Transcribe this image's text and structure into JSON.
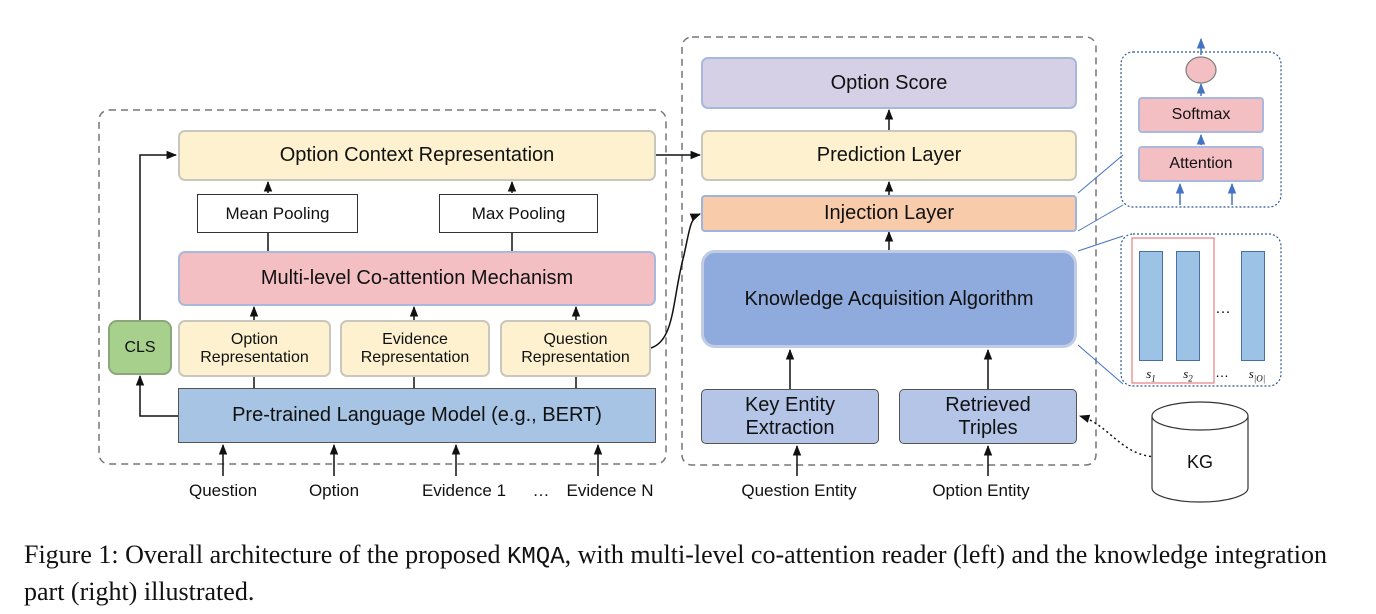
{
  "left_module": {
    "option_context": "Option Context Representation",
    "mean_pooling": "Mean Pooling",
    "max_pooling": "Max Pooling",
    "coattention": "Multi-level Co-attention Mechanism",
    "option_rep": [
      "Option",
      "Representation"
    ],
    "evidence_rep": [
      "Evidence",
      "Representation"
    ],
    "question_rep": [
      "Question",
      "Representation"
    ],
    "cls": "CLS",
    "plm": "Pre-trained Language Model (e.g., BERT)"
  },
  "inputs_left": {
    "question": "Question",
    "option": "Option",
    "evidence1": "Evidence 1",
    "ellipsis": "…",
    "evidenceN": "Evidence N"
  },
  "right_module": {
    "option_score": "Option Score",
    "prediction": "Prediction Layer",
    "injection": "Injection Layer",
    "kaa": "Knowledge Acquisition Algorithm",
    "key_entity": [
      "Key Entity",
      "Extraction"
    ],
    "retrieved": [
      "Retrieved",
      "Triples"
    ]
  },
  "inputs_right": {
    "question_entity": "Question Entity",
    "option_entity": "Option Entity"
  },
  "attention_detail": {
    "softmax": "Softmax",
    "attention": "Attention"
  },
  "scores_detail": {
    "dots": "…",
    "labels": [
      "s",
      "s",
      "s"
    ],
    "subs": [
      "1",
      "2",
      "|O|"
    ]
  },
  "kg": "KG",
  "caption": {
    "prefix": "Figure 1: Overall architecture of the proposed ",
    "model": "KMQA",
    "suffix": ", with multi-level co-attention reader (left) and the knowledge integration part (right) illustrated."
  }
}
